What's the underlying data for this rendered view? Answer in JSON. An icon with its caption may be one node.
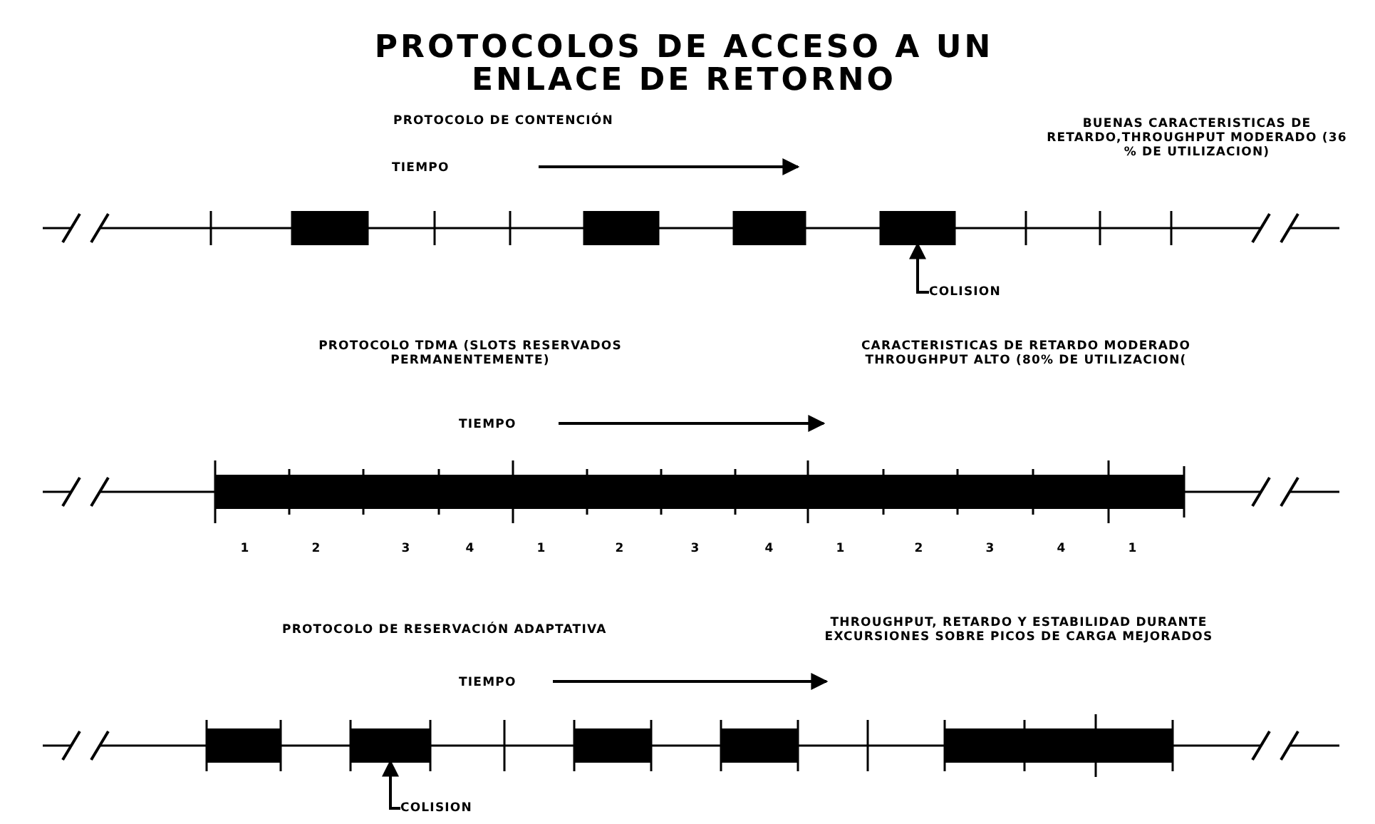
{
  "diagram": {
    "title": "PROTOCOLOS DE ACCESO A UN ENLACE DE RETORNO",
    "nodes": [
      {
        "text": [
          "COLISION"
        ]
      },
      {
        "text": [],
        "shape": "bar"
      },
      {
        "text": [
          "COLISION"
        ]
      },
      {
        "text": [],
        "shape": "bar"
      }
    ],
    "edges": [
      {
        "from": 0,
        "to": 1,
        "arrow": "to"
      },
      {
        "from": 2,
        "to": 3,
        "arrow": "to"
      }
    ],
    "labels": [
      "PROTOCOLO DE CONTENCIÓN",
      "BUENAS CARACTERISTICAS DE RETARDO,THROUGHPUT MODERADO (36 % DE UTILIZACION)",
      "TIEMPO",
      "PROTOCOLO TDMA (SLOTS RESERVADOS PERMANENTEMENTE)",
      "CARACTERISTICAS DE RETARDO MODERADO THROUGHPUT ALTO (80% DE UTILIZACION(",
      "TIEMPO",
      "1",
      "2",
      "3",
      "4",
      "1",
      "2",
      "3",
      "4",
      "1",
      "2",
      "3",
      "4",
      "1",
      "PROTOCOLO DE RESERVACIÓN ADAPTATIVA",
      "THROUGHPUT, RETARDO Y ESTABILIDAD DURANTE EXCURSIONES SOBRE PICOS DE CARGA MEJORADOS",
      "TIEMPO"
    ]
  }
}
